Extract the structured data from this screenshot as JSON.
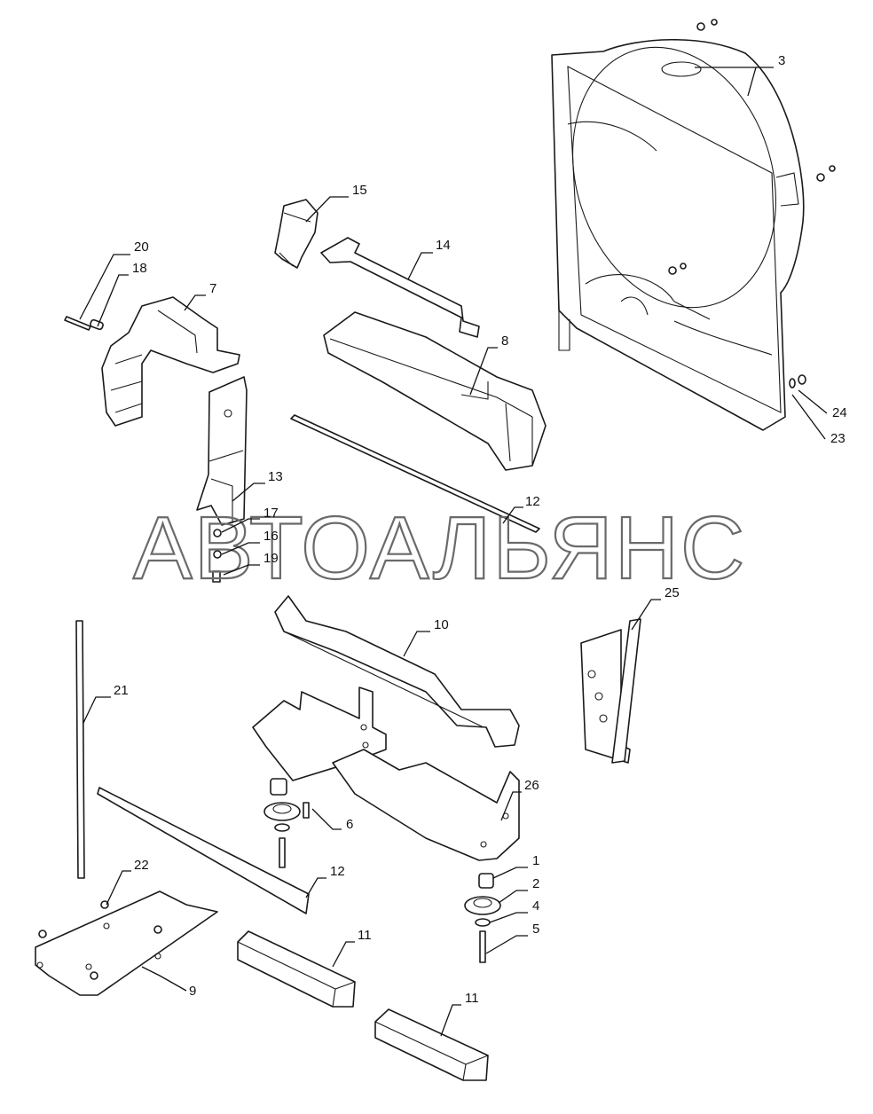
{
  "watermark": "АВТОАЛЬЯНС",
  "callouts": {
    "c1": "1",
    "c2": "2",
    "c3": "3",
    "c4": "4",
    "c5": "5",
    "c6": "6",
    "c7": "7",
    "c8": "8",
    "c9": "9",
    "c10": "10",
    "c11a": "11",
    "c11b": "11",
    "c12a": "12",
    "c12b": "12",
    "c13": "13",
    "c14": "14",
    "c15": "15",
    "c16": "16",
    "c17": "17",
    "c18": "18",
    "c19": "19",
    "c20": "20",
    "c21": "21",
    "c22": "22",
    "c23": "23",
    "c24": "24",
    "c25": "25",
    "c26": "26"
  }
}
